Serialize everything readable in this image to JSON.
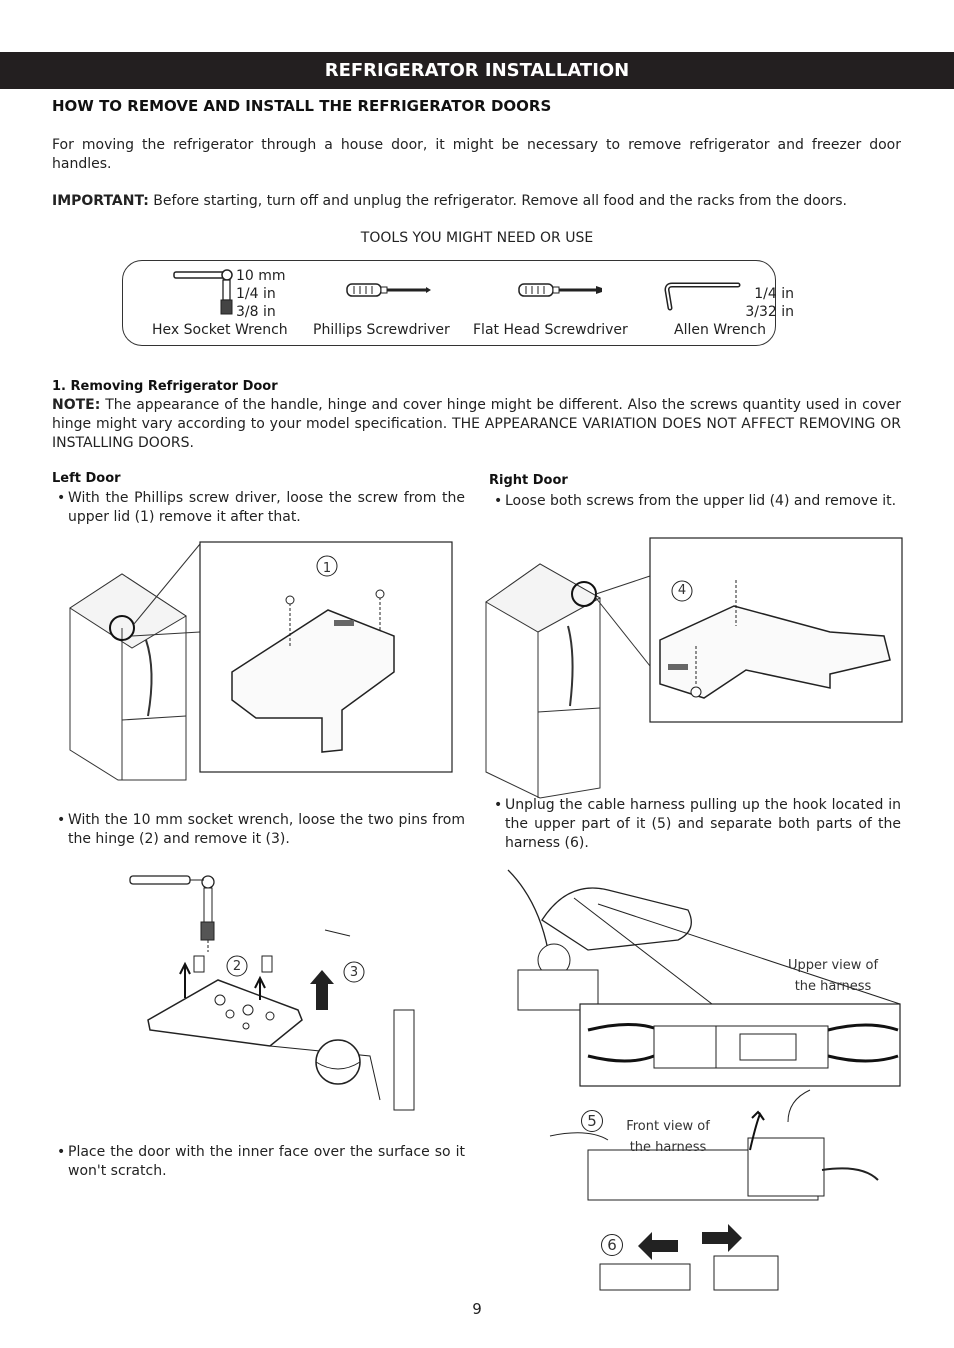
{
  "header": {
    "title": "REFRIGERATOR INSTALLATION"
  },
  "section": {
    "title": "HOW TO REMOVE AND INSTALL THE REFRIGERATOR DOORS"
  },
  "intro": {
    "text": "For moving the refrigerator through a house door, it might be necessary to remove refrigerator and freezer door handles.",
    "important_label": "IMPORTANT:",
    "important_text": " Before starting, turn off and unplug the refrigerator. Remove all food and the racks from the doors."
  },
  "tools": {
    "caption": "TOOLS YOU MIGHT NEED OR USE",
    "hex": {
      "label": "Hex Socket Wrench",
      "sizes": [
        "10 mm",
        "1/4 in",
        "3/8 in"
      ]
    },
    "phillips": {
      "label": "Phillips Screwdriver"
    },
    "flat": {
      "label": "Flat Head Screwdriver"
    },
    "allen": {
      "label": "Allen Wrench",
      "sizes": [
        "1/4 in",
        "3/32 in"
      ]
    }
  },
  "removing": {
    "title": "1. Removing Refrigerator Door",
    "note_label": "NOTE:",
    "note_text": " The appearance of the handle, hinge and cover hinge might be different. Also the screws quantity used in cover hinge might vary according to your model specification. THE APPEARANCE VARIATION DOES NOT AFFECT REMOVING OR INSTALLING DOORS."
  },
  "left_door": {
    "title": "Left Door",
    "step1": "With the Phillips screw driver, loose the screw from the upper lid (1) remove it after that.",
    "step2": "With the 10 mm socket wrench, loose the two pins from the hinge (2) and remove it (3).",
    "step3": "Place the door with the inner face over the surface so it won't scratch."
  },
  "right_door": {
    "title": "Right Door",
    "step1": "Loose both screws from the upper lid (4) and remove it.",
    "step2": "Unplug the cable harness pulling up the hook located in the upper part of it (5) and separate both parts of the harness (6)."
  },
  "callouts": {
    "n1": "1",
    "n2": "2",
    "n3": "3",
    "n4": "4",
    "n5": "5",
    "n6": "6",
    "upper_view": [
      "Upper view of",
      "the harness"
    ],
    "front_view": [
      "Front view of",
      "the harness"
    ]
  },
  "bullet_char": "•",
  "page_number": "9"
}
